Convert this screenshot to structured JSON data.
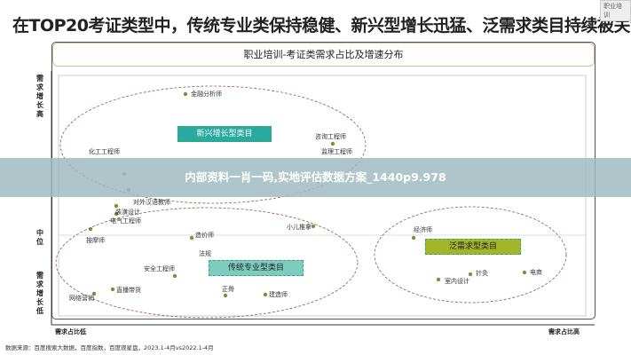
{
  "title": "在TOP20考证类型中，传统专业类保持稳健、新兴型增长迅猛、泛需求类目持续被关注",
  "badge": "职业培训",
  "chart_header": "职业培训-考证类需求占比及增速分布",
  "y_axis": {
    "high": "需求增长高",
    "mid": "中位",
    "low": "需求增长低"
  },
  "x_axis": {
    "low": "需求占比低",
    "high": "需求占比高"
  },
  "categories": {
    "emerging": "新兴增长型类目",
    "traditional": "传统专业型类目",
    "general": "泛需求型类目"
  },
  "colors": {
    "emerging": "#2aa9a0",
    "traditional": "#7ecbc0",
    "general": "#a3b62a",
    "dot": "#7c8f3a"
  },
  "points": [
    {
      "label": "金融分析师"
    },
    {
      "label": "咨询工程师"
    },
    {
      "label": "化工工程师"
    },
    {
      "label": "对外汉语教师"
    },
    {
      "label": "监理工程师"
    },
    {
      "label": "装潢设计"
    },
    {
      "label": "电气工程师"
    },
    {
      "label": "按摩师"
    },
    {
      "label": "造价师"
    },
    {
      "label": "小儿推拿"
    },
    {
      "label": "法规"
    },
    {
      "label": "安全工程师"
    },
    {
      "label": "直播带货"
    },
    {
      "label": "网络营销"
    },
    {
      "label": "正骨"
    },
    {
      "label": "建造师"
    },
    {
      "label": "经济师"
    },
    {
      "label": "室内设计"
    },
    {
      "label": "针灸"
    },
    {
      "label": "电商"
    }
  ],
  "watermark": "内部资料一肖一码,实地评估数据方案_1440p9.978",
  "source": "数据来源：百度搜索大数据，百度指数，百度观星盘，2023.1-4月vs2022.1-4月"
}
